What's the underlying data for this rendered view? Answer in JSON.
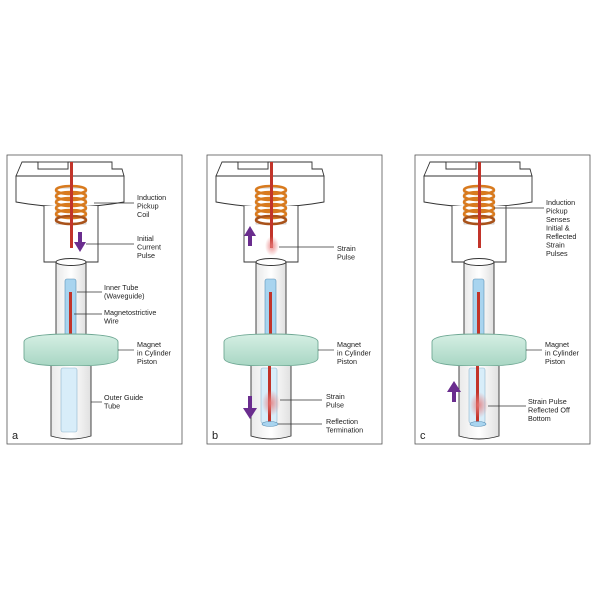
{
  "colors": {
    "coil": "#d87a1e",
    "coil_dark": "#a9521a",
    "wire": "#c2342a",
    "waveguide": "#a8d4ef",
    "magnet": "#bfe3d4",
    "magnet_edge": "#6fa894",
    "arrow": "#6a2d8e",
    "pulse": "#e77b7b",
    "panel_border": "#555555"
  },
  "panels": [
    {
      "letter": "a",
      "labels": {
        "coil": [
          "Induction",
          "Pickup",
          "Coil"
        ],
        "pulse": [
          "Initial",
          "Current",
          "Pulse"
        ],
        "inner": [
          "Inner Tube",
          "(Waveguide)"
        ],
        "wire": [
          "Magnetostrictive",
          "Wire"
        ],
        "magnet": [
          "Magnet",
          "in Cylinder",
          "Piston"
        ],
        "outer": [
          "Outer Guide",
          "Tube"
        ]
      }
    },
    {
      "letter": "b",
      "labels": {
        "strain_top": [
          "Strain",
          "Pulse"
        ],
        "magnet": [
          "Magnet",
          "in Cylinder",
          "Piston"
        ],
        "strain_bottom": [
          "Strain",
          "Pulse"
        ],
        "reflection": [
          "Reflection",
          "Termination"
        ]
      }
    },
    {
      "letter": "c",
      "labels": {
        "coil": [
          "Induction",
          "Pickup",
          "Senses",
          "Initial &",
          "Reflected",
          "Strain",
          "Pulses"
        ],
        "magnet": [
          "Magnet",
          "in Cylinder",
          "Piston"
        ],
        "reflected": [
          "Strain Pulse",
          "Reflected Off",
          "Bottom"
        ]
      }
    }
  ]
}
